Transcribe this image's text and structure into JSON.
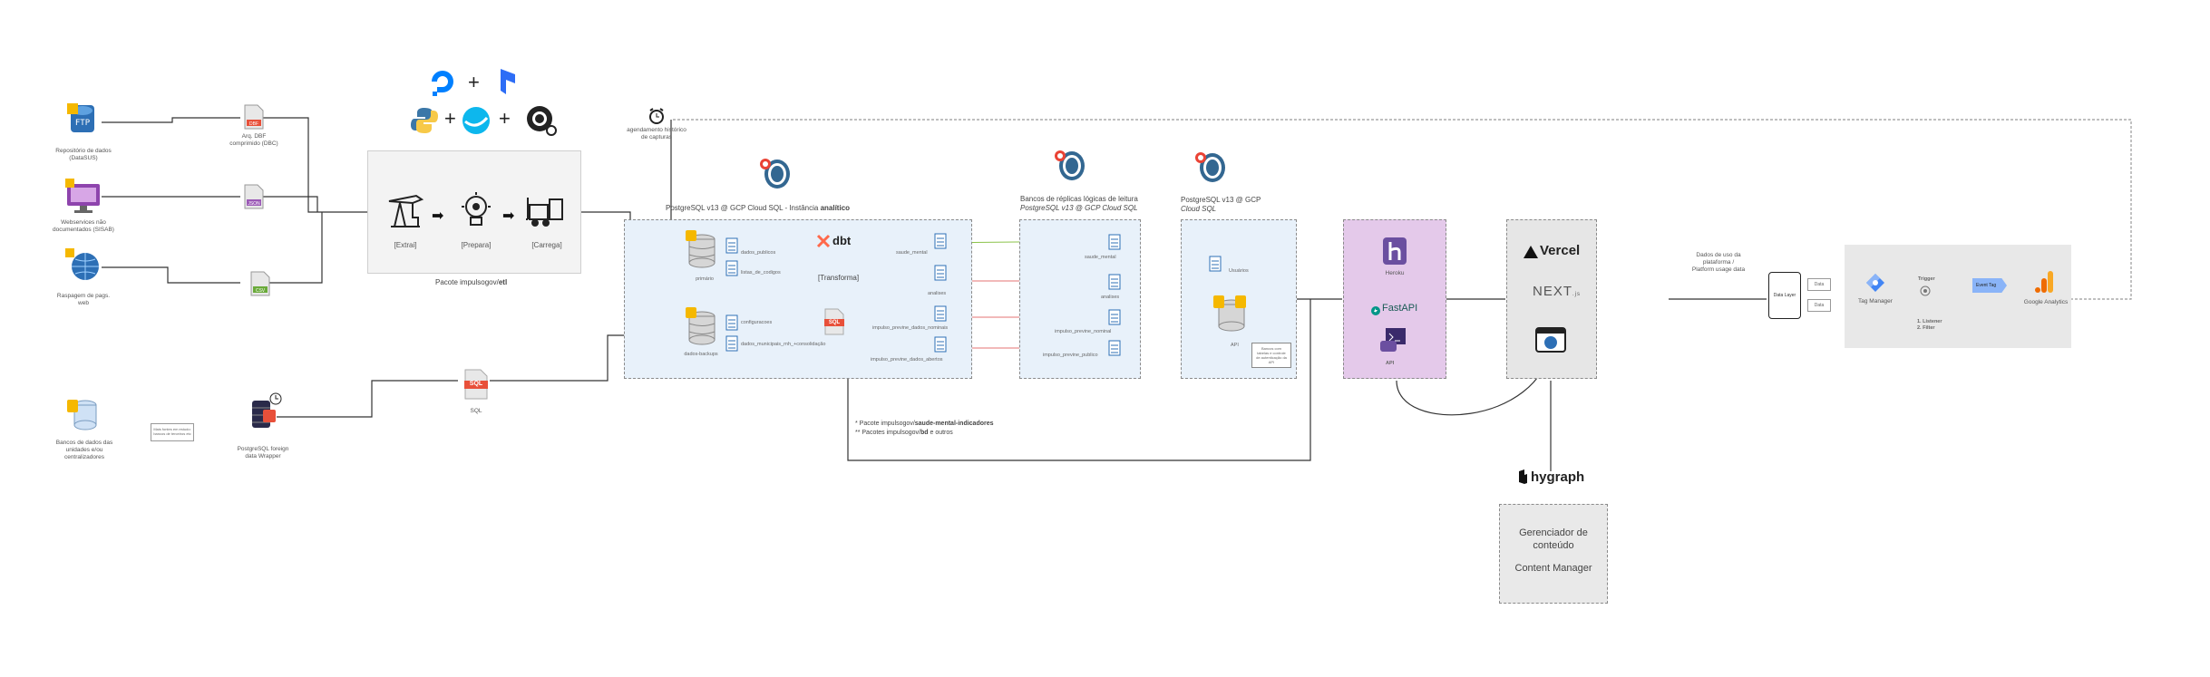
{
  "sources": {
    "dataset_repo": "Repositório de dados (DataSUS)",
    "ftp_label": "Arq. DBF comprimido (DBC)",
    "webservices": "Webservices não documentados (SISAB)",
    "json_label": "JSON",
    "scraping": "Raspagem de pags. web",
    "csv_label": "CSV",
    "db_local": "Bancos de dados das unidades e/ou centralizadores",
    "small_note": "Mais fontes em estudo: bancos de terceiros etc",
    "pg_wrapper": "PostgreSQL foreign data Wrapper",
    "sql_badge": "SQL",
    "sql_caption": "SQL"
  },
  "etl": {
    "extract": "[Extrai]",
    "prepare": "[Prepara]",
    "load": "[Carrega]",
    "caption_prefix": "Pacote impulsogov/",
    "caption_bold": "etl"
  },
  "scheduler": {
    "label": "agendamento histórico de capturas"
  },
  "analytic_db": {
    "title_prefix": "PostgreSQL v13 @ GCP Cloud SQL - Instância ",
    "title_bold": "analítico",
    "db_primary": "primário",
    "db_backups": "dados-backups",
    "schema_public": "dados_publicos",
    "schema_codes": "listas_de_codigos",
    "schema_config": "configuracoes",
    "schema_municipal": "dados_municipais_rnh_+consolidação",
    "dbt_label": "dbt",
    "transform": "[Transforma]",
    "sql_badge": "SQL",
    "out_saude": "saude_mental",
    "out_analises": "analises",
    "out_previne": "impulso_previne_dados_nominais",
    "out_previne2": "impulso_previne_dados_abertos",
    "dbt_model": "saude_mental"
  },
  "replicas": {
    "title_line1": "Bancos de réplicas lógicas de leitura",
    "title_line2": "PostgreSQL v13 @ GCP Cloud SQL",
    "r1": "saude_mental",
    "r2": "analises",
    "r3": "impulso_previne_nominal",
    "r4": "impulso_previne_publico"
  },
  "api_db": {
    "title_line1": "PostgreSQL v13 @ GCP",
    "title_line2": "Cloud SQL",
    "user_label": "Usuários",
    "api_label": "API",
    "note": "Bancos com tabelas e controle de autenticação da API"
  },
  "heroku": {
    "heroku": "Heroku",
    "fastapi": "FastAPI",
    "api": "API"
  },
  "vercel": {
    "vercel": "Vercel",
    "next": "NEXT",
    "next_sub": ".js"
  },
  "usage": {
    "label": "Dados de uso da plataforma / Platform usage data",
    "data_layer": "Data Layer",
    "data_in": "Data",
    "data_out": "Data",
    "tag_manager": "Tag Manager",
    "trigger": "Trigger",
    "rule1": "1. Listener",
    "rule2": "2. Filter",
    "event_tag": "Event Tag",
    "google_analytics": "Google Analytics"
  },
  "footnotes": {
    "line1_prefix": "* Pacote impulsogov/",
    "line1_bold": "saude-mental-indicadores",
    "line2_prefix": "** Pacotes impulsogov/",
    "line2_bold": "bd",
    "line2_suffix": " e outros"
  },
  "cms": {
    "hygraph": "hygraph",
    "line1": "Gerenciador de conteúdo",
    "line2": "Content Manager"
  },
  "colors": {
    "panel_blue": "#e8f1fa",
    "panel_purple": "#e4c9ea",
    "heroku_purple": "#6b4fa0",
    "fastapi_teal": "#009688",
    "sql_red": "#e8503a",
    "dbt_orange": "#ff694b",
    "postgres_blue": "#336791",
    "python_yellow": "#f7c948",
    "line_green": "#8bc34a",
    "line_red": "#e57373",
    "ga_orange": "#f9a825"
  }
}
